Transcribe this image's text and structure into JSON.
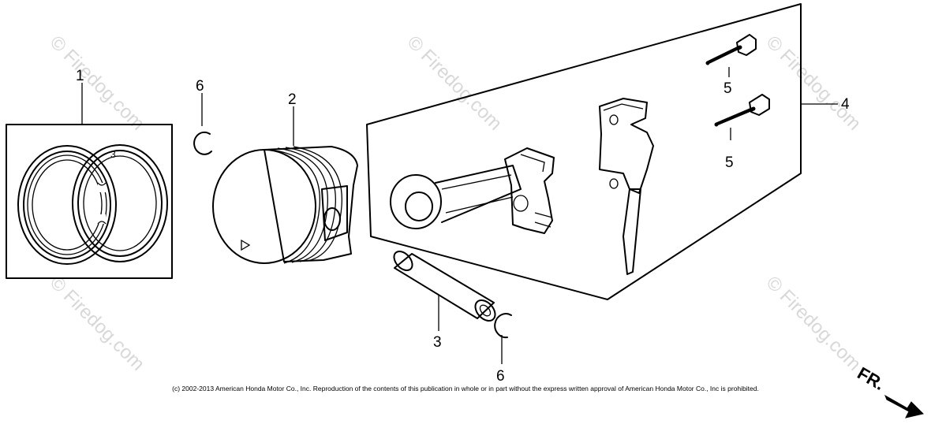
{
  "watermark": {
    "text": "© Firedog.com"
  },
  "parts": {
    "piston_ring_set": {
      "ref": "1"
    },
    "piston": {
      "ref": "2"
    },
    "piston_pin": {
      "ref": "3"
    },
    "connecting_rod_set": {
      "ref": "4"
    },
    "rod_bolt_upper": {
      "ref": "5"
    },
    "rod_bolt_lower": {
      "ref": "5"
    },
    "pin_clip_upper": {
      "ref": "6"
    },
    "pin_clip_lower": {
      "ref": "6"
    }
  },
  "direction": {
    "label": "FR."
  },
  "copyright": "(c) 2002-2013 American Honda Motor Co., Inc. Reproduction of the contents of this publication in whole or in part without the express written approval of American Honda Motor Co., Inc is prohibited."
}
